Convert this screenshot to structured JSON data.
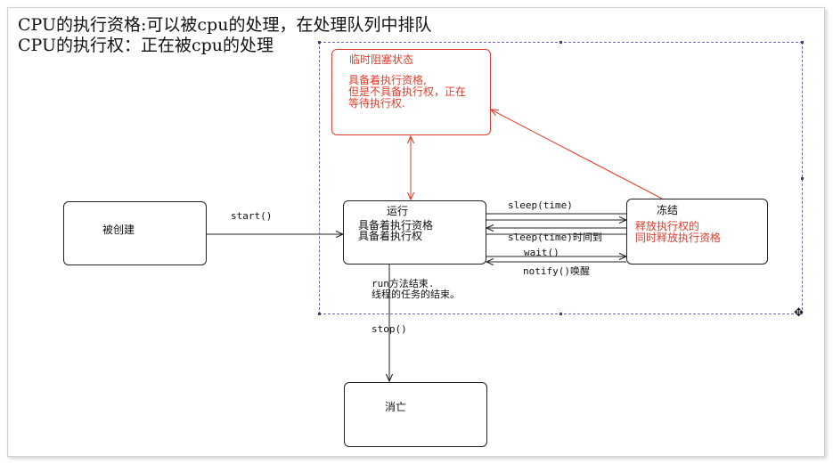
{
  "heading": {
    "line1": "CPU的执行资格:可以被cpu的处理，在处理队列中排队",
    "line2": "CPU的执行权：正在被cpu的处理"
  },
  "nodes": {
    "created": {
      "label": "被创建"
    },
    "running": {
      "label": "运行",
      "desc1": "具备着执行资格",
      "desc2": "具备着执行权"
    },
    "blocked": {
      "label": "临时阻塞状态",
      "desc1": "具备着执行资格,",
      "desc2": "但是不具备执行权，正在",
      "desc3": "等待执行权."
    },
    "frozen": {
      "label": "冻结",
      "desc1": "释放执行权的",
      "desc2": "同时释放执行资格"
    },
    "dead": {
      "label": "消亡"
    }
  },
  "edges": {
    "start": "start()",
    "sleep": "sleep(time)",
    "sleep_done": "sleep(time)时间到",
    "wait": "wait()",
    "notify": "notify()唤醒",
    "run_end1": "run方法结束.",
    "run_end2": "线程的任务的结束。",
    "stop": "stop()"
  },
  "icons": {
    "move": "move-cursor-icon"
  },
  "colors": {
    "accent_red": "#e53b2a",
    "selection": "#6a6ab0"
  }
}
